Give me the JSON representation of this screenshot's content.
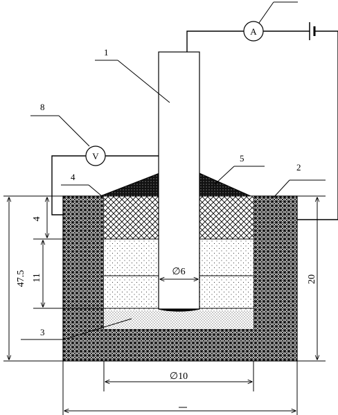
{
  "diagram": {
    "part_labels": {
      "l1": "1",
      "l2": "2",
      "l3": "3",
      "l4": "4",
      "l5": "5",
      "l8": "8"
    },
    "meters": {
      "ammeter": "A",
      "voltmeter": "V"
    },
    "dimensions": {
      "d_top_layer": "4",
      "d_mid_layer": "11",
      "d_total_height": "47.5",
      "d_wall_height": "20",
      "d_electrode": "∅6",
      "d_inner": "∅10"
    }
  }
}
